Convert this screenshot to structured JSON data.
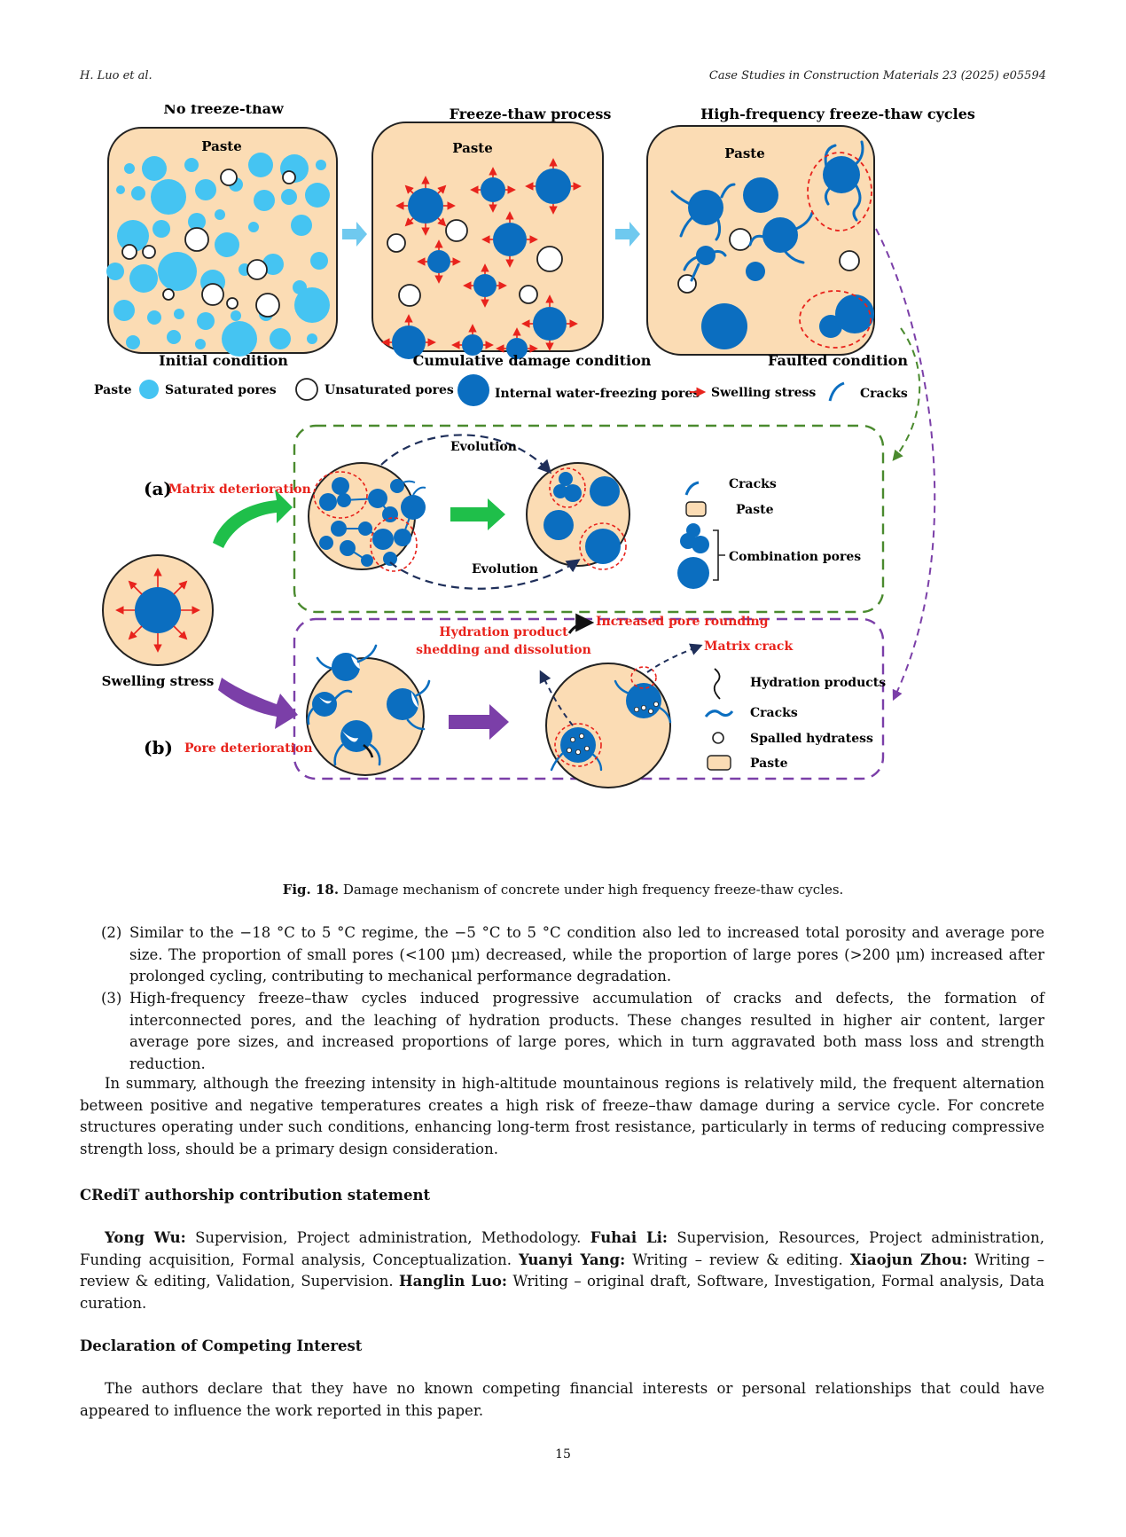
{
  "header": {
    "left": "H. Luo et al.",
    "right": "Case Studies in Construction Materials 23 (2025) e05594"
  },
  "figure": {
    "top_labels": [
      "No freeze-thaw",
      "Freeze-thaw process",
      "High-frequency freeze-thaw cycles"
    ],
    "paste_label": "Paste",
    "bottom_labels": [
      "Initial condition",
      "Cumulative damage condition",
      "Faulted condition"
    ],
    "legend1": {
      "paste": "Paste",
      "saturated": "Saturated pores",
      "unsaturated": "Unsaturated pores",
      "freezing": "Internal water-freezing pores",
      "swelling": "Swelling stress",
      "cracks": "Cracks"
    },
    "panel_a": {
      "label": "(a)",
      "title": "Matrix deterioration",
      "evolution": "Evolution",
      "legend": {
        "cracks": "Cracks",
        "paste": "Paste",
        "combination": "Combination pores"
      }
    },
    "swelling_label": "Swelling stress",
    "panel_b": {
      "label": "(b)",
      "title": "Pore deterioration",
      "shedding_line1": "Hydration product",
      "shedding_line2": "shedding and dissolution",
      "rounding": "Increased pore rounding",
      "matrix_crack": "Matrix crack",
      "legend": {
        "hydration": "Hydration products",
        "cracks": "Cracks",
        "spalled": "Spalled hydratess",
        "paste": "Paste"
      }
    },
    "colors": {
      "paste": "#fbdcb4",
      "saturated": "#45c4f2",
      "freezing": "#0b6ec0",
      "stress": "#e8231c",
      "green": "#4a8a2e",
      "purple": "#7b3fa8"
    }
  },
  "caption": {
    "label": "Fig. 18.",
    "text": "Damage mechanism of concrete under high frequency freeze-thaw cycles."
  },
  "items": [
    {
      "num": "(2)",
      "text": "Similar to the −18 °C to 5 °C regime, the −5 °C to 5 °C condition also led to increased total porosity and average pore size. The proportion of small pores (<100 μm) decreased, while the proportion of large pores (>200 μm) increased after prolonged cycling, contributing to mechanical performance degradation."
    },
    {
      "num": "(3)",
      "text": "High-frequency freeze–thaw cycles induced progressive accumulation of cracks and defects, the formation of interconnected pores, and the leaching of hydration products. These changes resulted in higher air content, larger average pore sizes, and increased proportions of large pores, which in turn aggravated both mass loss and strength reduction."
    }
  ],
  "summary": "In summary, although the freezing intensity in high-altitude mountainous regions is relatively mild, the frequent alternation between positive and negative temperatures creates a high risk of freeze–thaw damage during a service cycle. For concrete structures operating under such conditions, enhancing long-term frost resistance, particularly in terms of reducing compressive strength loss, should be a primary design consideration.",
  "credit": {
    "title": "CRediT authorship contribution statement",
    "entries": [
      {
        "name": "Yong Wu:",
        "roles": " Supervision, Project administration, Methodology. "
      },
      {
        "name": "Fuhai Li:",
        "roles": " Supervision, Resources, Project administration, Funding acquisition, Formal analysis, Conceptualization. "
      },
      {
        "name": "Yuanyi Yang:",
        "roles": " Writing – review & editing. "
      },
      {
        "name": "Xiaojun Zhou:",
        "roles": " Writing – review & editing, Validation, Supervision. "
      },
      {
        "name": "Hanglin Luo:",
        "roles": " Writing – original draft, Software, Investigation, Formal analysis, Data curation."
      }
    ]
  },
  "declaration": {
    "title": "Declaration of Competing Interest",
    "text": "The authors declare that they have no known competing financial interests or personal relationships that could have appeared to influence the work reported in this paper."
  },
  "page_number": "15"
}
